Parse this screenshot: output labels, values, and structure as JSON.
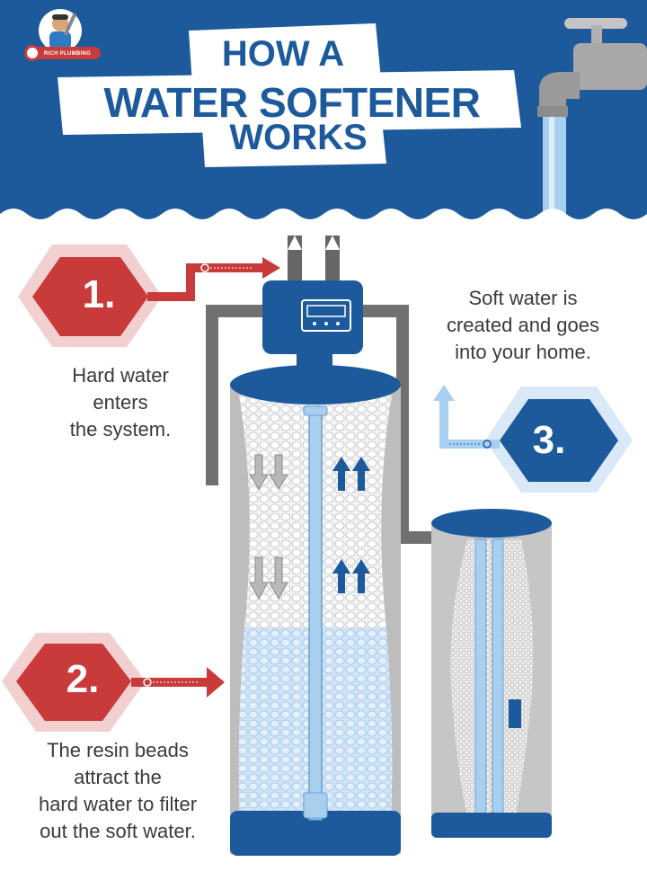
{
  "logo": {
    "text": "RICH PLUMBING",
    "mascot_icon": "plumber-mascot-icon"
  },
  "title": {
    "line1": "HOW A",
    "line2": "WATER SOFTENER",
    "line3": "WORKS"
  },
  "steps": [
    {
      "number": "1.",
      "caption_lines": [
        "Hard water",
        "enters",
        "the system."
      ]
    },
    {
      "number": "2.",
      "caption_lines": [
        "The resin beads",
        "attract the",
        "hard water to filter",
        "out the soft water."
      ]
    },
    {
      "number": "3.",
      "caption_lines": [
        "Soft water is",
        "created and goes",
        "into your home."
      ]
    }
  ],
  "colors": {
    "brand_blue": "#1d5a9c",
    "step_red": "#c93a3a",
    "water_light_blue": "#a9cfee",
    "pipe_gray": "#707070",
    "tank_gray": "#c6c6c6"
  }
}
